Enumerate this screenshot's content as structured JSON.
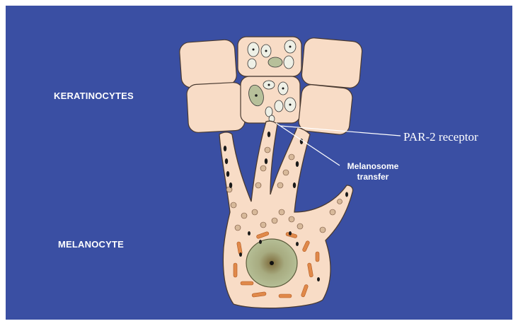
{
  "labels": {
    "keratinocytes": "KERATINOCYTES",
    "melanocyte": "MELANOCYTE",
    "par2": "PAR-2 receptor",
    "transfer_line1": "Melanosome",
    "transfer_line2": "transfer"
  },
  "colors": {
    "background": "#3a4fa3",
    "cell_fill": "#f8dcc6",
    "cell_stroke": "#4a3a30",
    "nucleus": "#a9b48c",
    "mitochondria": "#e0894a",
    "melanosome_dark": "#1a1a1a"
  }
}
